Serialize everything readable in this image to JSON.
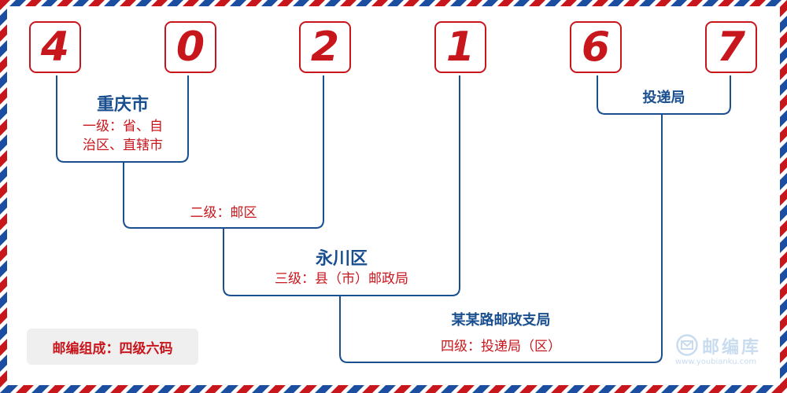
{
  "digits": [
    "4",
    "0",
    "2",
    "1",
    "6",
    "7"
  ],
  "levels": {
    "level1": {
      "name": "重庆市",
      "desc_line1": "一级：省、自",
      "desc_line2": "治区、直辖市"
    },
    "level2": {
      "desc": "二级：邮区"
    },
    "level3": {
      "name": "永川区",
      "desc": "三级：县（市）邮政局"
    },
    "level4": {
      "name": "某某路邮政支局",
      "desc": "四级：投递局（区）"
    },
    "delivery": {
      "name": "投递局"
    }
  },
  "legend": {
    "label": "邮编组成：四级六码"
  },
  "brand": {
    "name": "邮编库",
    "url": "www.youbianku.com",
    "icon": "envelope-circle-icon"
  },
  "colors": {
    "red": "#c8161d",
    "blue": "#1a4f8f",
    "brand_light": "#c9dcef"
  }
}
